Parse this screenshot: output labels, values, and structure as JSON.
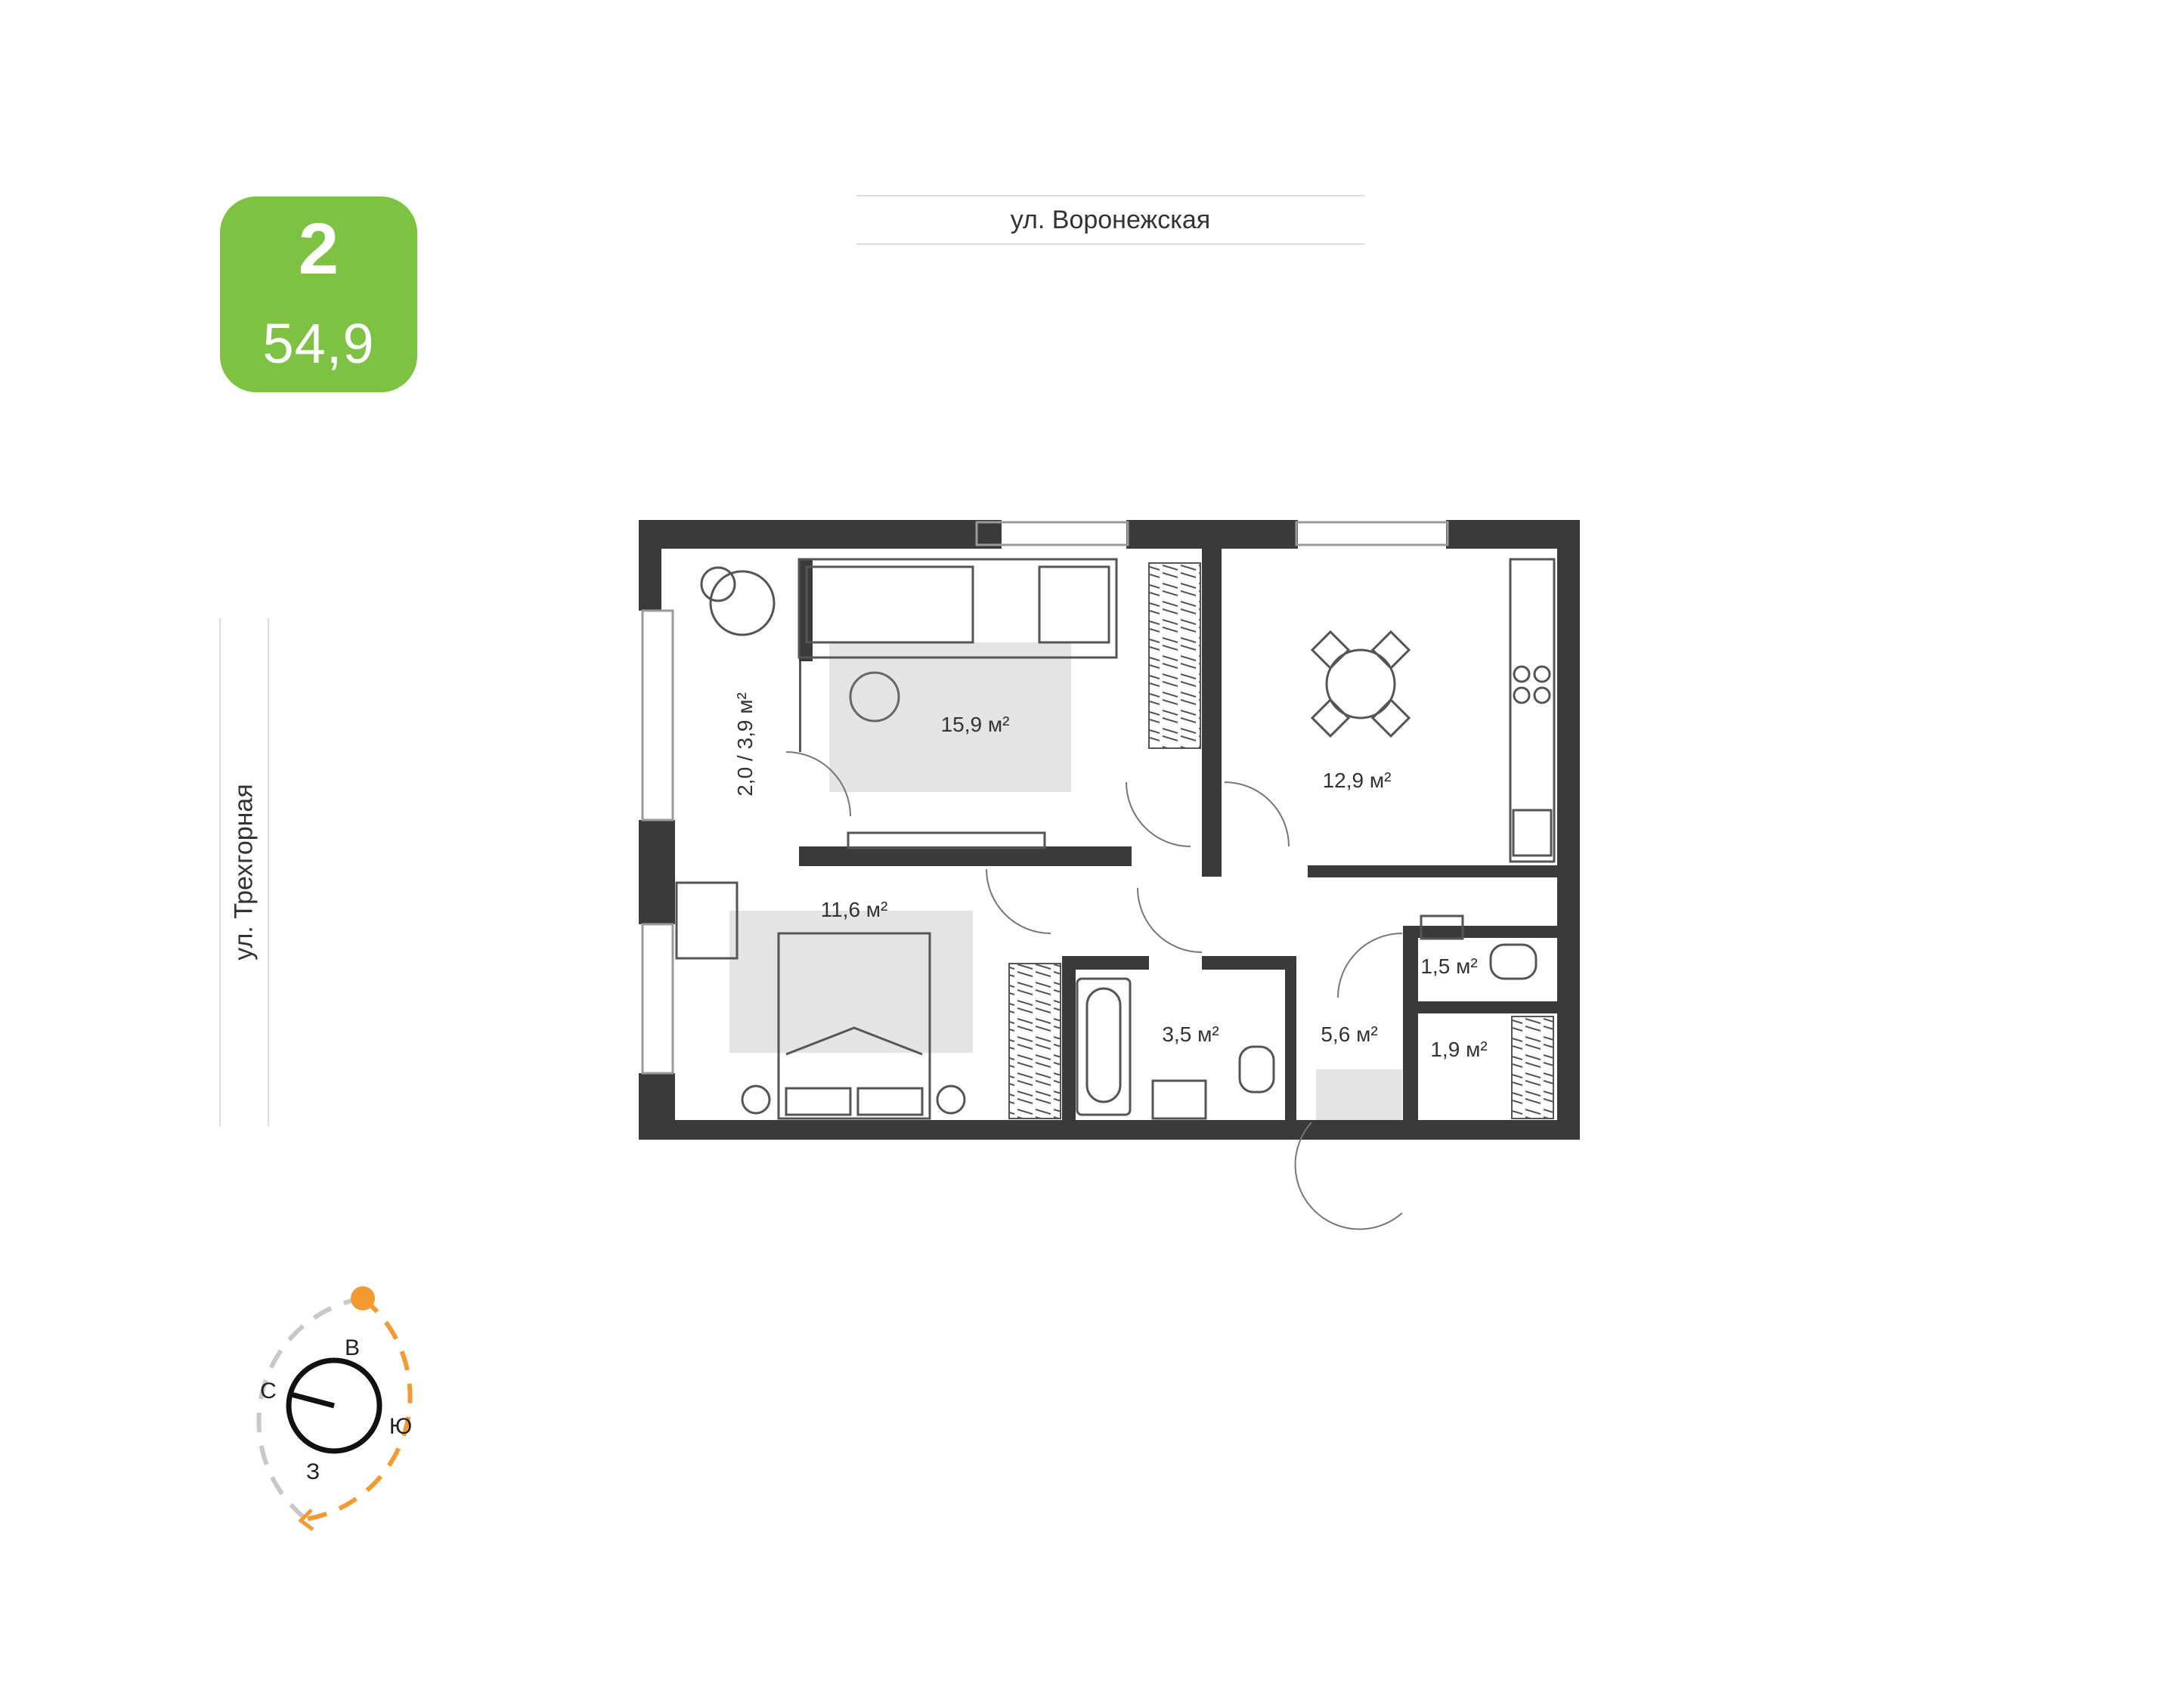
{
  "badge": {
    "rooms": "2",
    "area": "54,9",
    "color": "#7dc242"
  },
  "streets": {
    "top": "ул. Воронежская",
    "left": "ул. Трехгорная"
  },
  "rooms": {
    "balcony": "2,0 / 3,9 м²",
    "living": "15,9 м²",
    "kitchen": "12,9 м²",
    "bedroom": "11,6 м²",
    "bathroom": "3,5 м²",
    "hall": "5,6 м²",
    "toilet": "1,5 м²",
    "storage": "1,9 м²"
  },
  "compass": {
    "north": "С",
    "east": "В",
    "south": "Ю",
    "west": "З",
    "sun_color": "#f39a33"
  },
  "colors": {
    "wall": "#3a3a3a",
    "rug": "#e4e4e4",
    "line": "#9a9a9a"
  }
}
